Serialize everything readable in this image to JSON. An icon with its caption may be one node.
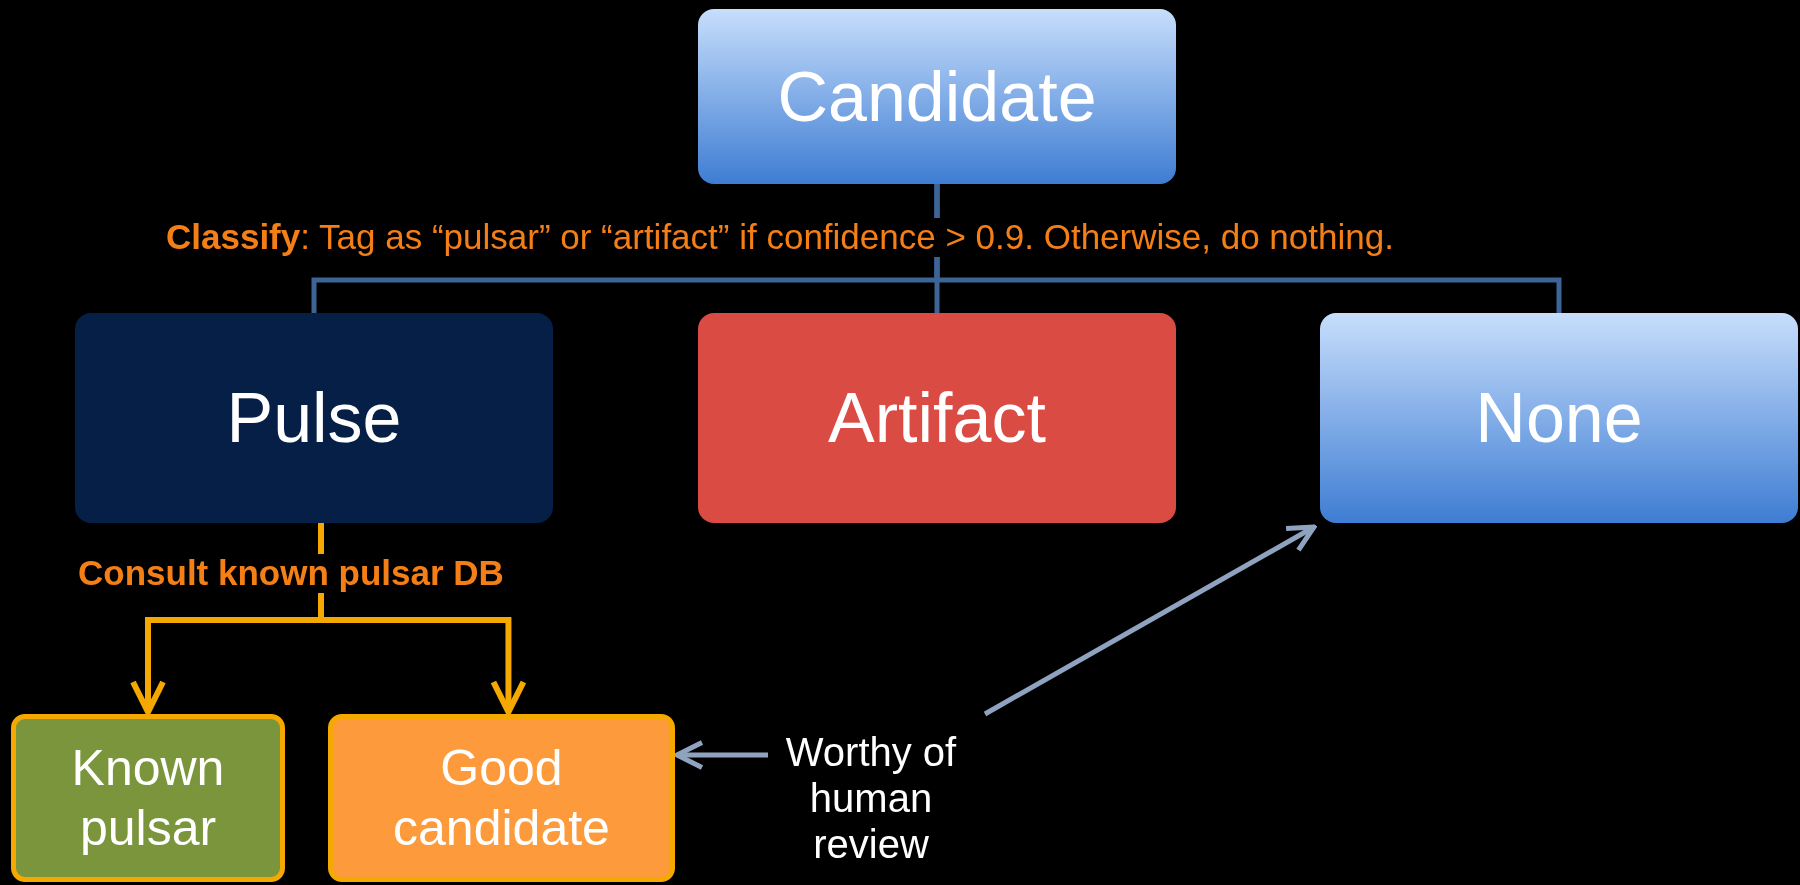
{
  "diagram": {
    "nodes": [
      {
        "text": [
          "Candidate"
        ]
      },
      {
        "text": [
          "Pulse"
        ]
      },
      {
        "text": [
          "Artifact"
        ]
      },
      {
        "text": [
          "None"
        ]
      },
      {
        "text": [
          "Known pulsar"
        ]
      },
      {
        "text": [
          "Good candidate"
        ]
      },
      {
        "text": [
          "Worthy of human review"
        ]
      }
    ],
    "edges": [
      {
        "from": 0,
        "to": 1,
        "arrow": "none"
      },
      {
        "from": 0,
        "to": 2,
        "arrow": "none"
      },
      {
        "from": 0,
        "to": 3,
        "arrow": "none"
      },
      {
        "from": 1,
        "to": 4,
        "arrow": "to",
        "color": "#f5a800"
      },
      {
        "from": 1,
        "to": 5,
        "arrow": "to",
        "color": "#f5a800"
      },
      {
        "from": 6,
        "to": 5,
        "arrow": "to",
        "color": "#8fa3c0"
      },
      {
        "from": 6,
        "to": 3,
        "arrow": "to",
        "color": "#8fa3c0"
      }
    ],
    "labels": [
      "**Classify**: Tag as “pulsar” or “artifact” if confidence > 0.9.  Otherwise, do nothing.",
      "Consult known pulsar DB"
    ]
  }
}
